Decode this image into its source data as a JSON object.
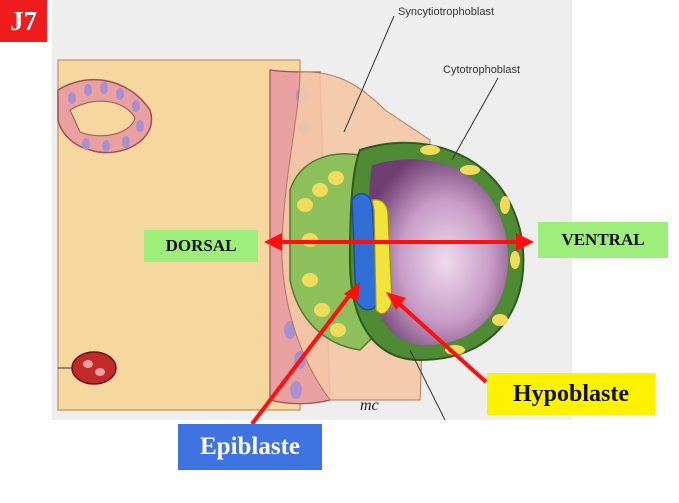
{
  "badge": {
    "text": "J7"
  },
  "labels": {
    "syncytiotrophoblast": "Syncytiotrophoblast",
    "cytotrophoblast": "Cytotrophoblast",
    "dorsal": "DORSAL",
    "ventral": "VENTRAL",
    "hypoblaste": "Hypoblaste",
    "epiblaste": "Epiblaste",
    "signature": "mc"
  },
  "colors": {
    "badge": "#ee1c1c",
    "dorsal_ventral_bg": "#9dee7a",
    "hypoblaste_bg": "#fff200",
    "epiblaste_bg": "#3f73e0",
    "arrow": "#ff1010",
    "endometrium": "#f7d7a0",
    "cell_pink": "#e8a0a0",
    "nucleus": "#a98fd0",
    "cavity": "#c79bc6"
  }
}
